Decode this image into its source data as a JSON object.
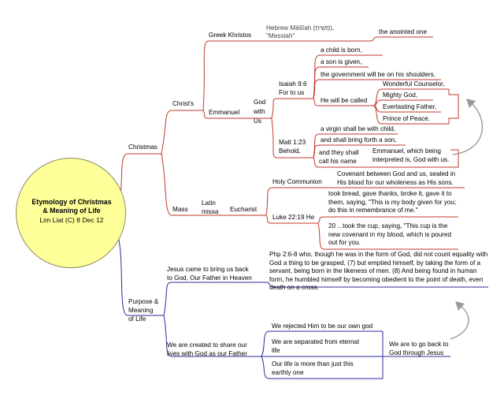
{
  "root": {
    "title_line1": "Etymology of Christmas",
    "title_line2": "& Meaning of Life",
    "subtitle": "Lim Liat (C) 8 Dec 12"
  },
  "colors": {
    "christmas_branch": "#c0392b",
    "purpose_branch": "#2b2b9c",
    "root_fill": "#ffff99",
    "arrow": "#999999"
  },
  "christmas": {
    "label": "Christmas",
    "christs": {
      "label": "Christ's",
      "greek": {
        "label": "Greek Khristos",
        "hebrew_line1": "Hebrew Māšîaḥ (מָשִׁיחַ),",
        "hebrew_line2": "\"Messiah\"",
        "meaning": "the anointed one"
      },
      "emmanuel": {
        "label": "Emmanuel",
        "god_with_us_1": "God",
        "god_with_us_2": "with",
        "god_with_us_3": "Us",
        "isaiah": {
          "label_line1": "Isaiah 9:6",
          "label_line2": "For to us",
          "items": [
            "a child is born,",
            "a son is given,",
            "the government will be on his shoulders."
          ],
          "called_label": "He will be called",
          "names": [
            "Wonderful Counselor,",
            "Mighty God,",
            "Everlasting Father,",
            "Prince of Peace."
          ]
        },
        "matt": {
          "label_line1": "Matt 1:23",
          "label_line2": "Behold,",
          "items": [
            "a virgin shall be with child,",
            "and shall bring forth a son,"
          ],
          "name_line1": "and they shall",
          "name_line2": "call his name",
          "interpret_line1": "Emmanuel, which being",
          "interpret_line2": "interpreted is, God with us."
        }
      }
    },
    "mass": {
      "label": "Mass",
      "latin_line1": "Latin",
      "latin_line2": "missa",
      "eucharist": "Eucharist",
      "holy_communion": "Holy Communion",
      "covenant_line1": "Covenant between God and us, sealed in",
      "covenant_line2": "His blood for our wholeness as His sons.",
      "luke_label": "Luke 22:19 He",
      "luke_items": [
        "took bread, gave thanks, broke it, gave it to them, saying, \"This is my body given for you; do this in remembrance of me.\"",
        "20 ...took the cup, saying, \"This cup is the new covenant in my blood, which is poured out for you."
      ]
    }
  },
  "purpose": {
    "label_line1": "Purpose &",
    "label_line2": "Meaning",
    "label_line3": "of Life",
    "jesus_line1": "Jesus came to bring us back",
    "jesus_line2": "to God, Our Father in Heaven",
    "phil": "Php 2:6-8  who, though he was in the form of God, did not count equality with God a thing to be grasped,  (7)  but emptied himself, by taking the form of a servant, being born in the likeness of men.  (8)  And being found in human form, he humbled himself by becoming obedient to the point of death, even death on a cross.",
    "created_line1": "We are created to share our",
    "created_line2": "lives with God as our Father",
    "rejected": "We rejected Him to be our own god",
    "separated_line1": "We are separated from eternal",
    "separated_line2": "life",
    "life_line1": "Our life is more than just this",
    "life_line2": "earthly one",
    "go_back_line1": "We are to go back to",
    "go_back_line2": "God through Jesus"
  }
}
